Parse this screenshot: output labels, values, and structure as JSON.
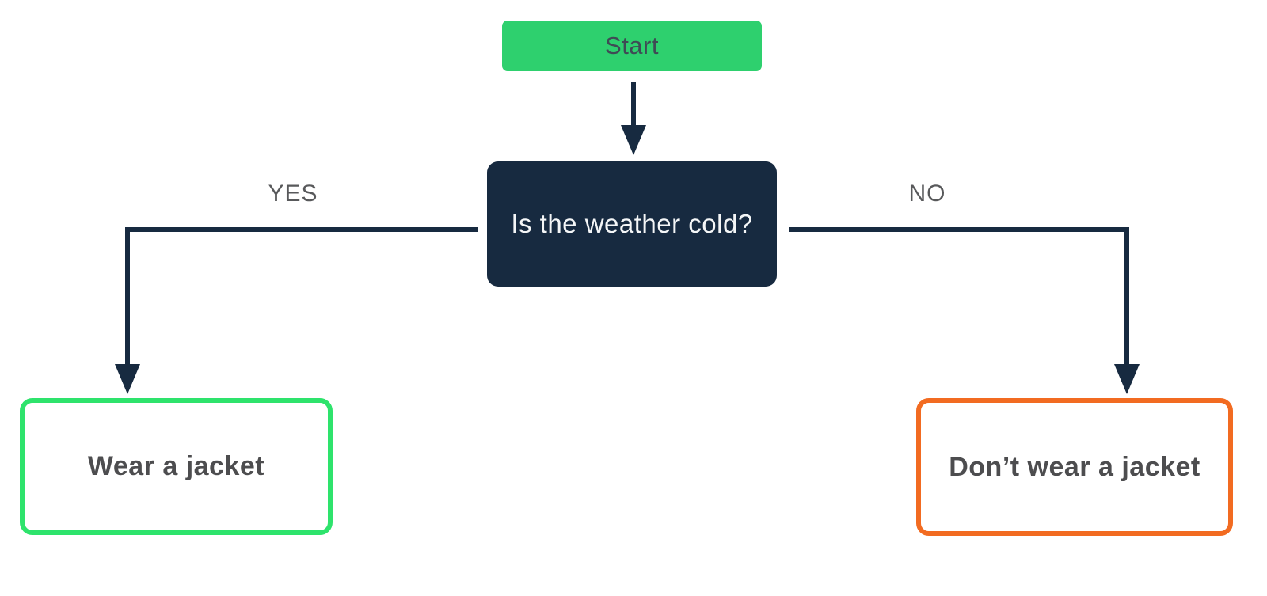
{
  "diagram": {
    "type": "flowchart",
    "nodes": {
      "start": {
        "label": "Start",
        "shape": "rounded-rect",
        "fill": "#2ed06e",
        "text_color": "#3f4b55"
      },
      "decision": {
        "label": "Is the weather cold?",
        "shape": "rounded-rect",
        "fill": "#172a40",
        "text_color": "#f4f6f7"
      },
      "yes_outcome": {
        "label": "Wear a jacket",
        "shape": "rounded-rect-outline",
        "border_color": "#2ee36c",
        "text_color": "#4d4d4f"
      },
      "no_outcome": {
        "label": "Don’t wear a jacket",
        "shape": "rounded-rect-outline",
        "border_color": "#f26b21",
        "text_color": "#4d4d4f"
      }
    },
    "edges": [
      {
        "from": "start",
        "to": "decision",
        "label": ""
      },
      {
        "from": "decision",
        "to": "yes_outcome",
        "label": "YES"
      },
      {
        "from": "decision",
        "to": "no_outcome",
        "label": "NO"
      }
    ],
    "edge_labels": {
      "yes": "YES",
      "no": "NO"
    },
    "colors": {
      "connector": "#172a40",
      "edge_label_text": "#58595b",
      "background": "#ffffff"
    }
  }
}
